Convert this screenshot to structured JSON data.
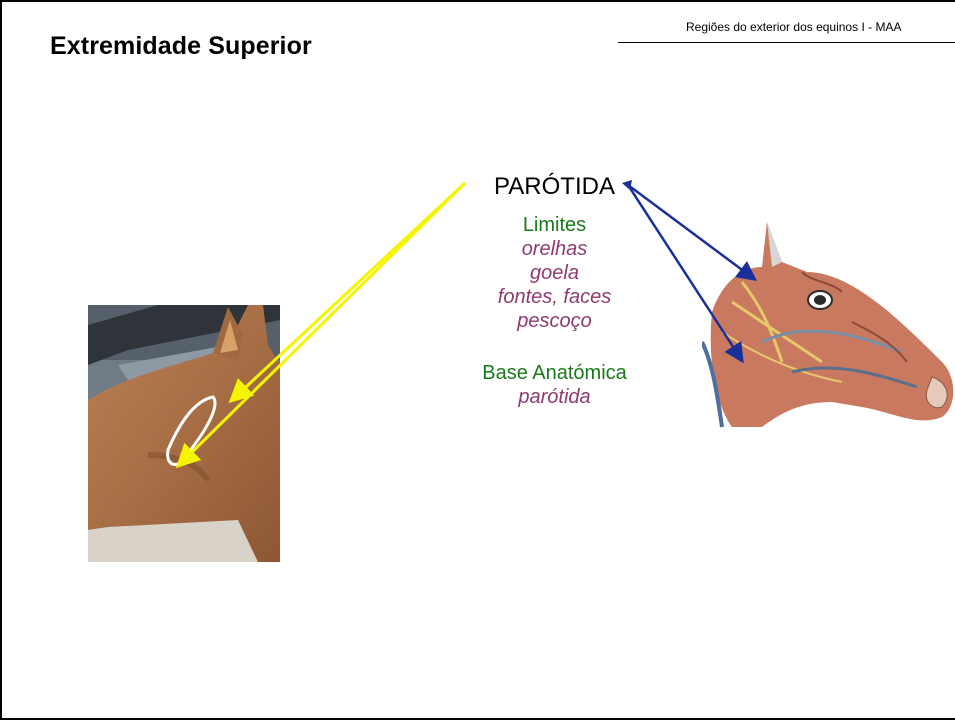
{
  "header": {
    "title": "Extremidade Superior",
    "running_head": "Regiões do exterior dos equinos  I  -  MAA"
  },
  "region": {
    "name": "PARÓTIDA",
    "limits_label": "Limites",
    "limits": [
      "orelhas",
      "goela",
      "fontes, faces",
      "pescoço"
    ],
    "base_label": "Base Anatómica",
    "base_value": "parótida"
  },
  "colors": {
    "green_labels": "#1a7a1a",
    "purple_items": "#8f3a6e",
    "yellow_arrows": "#f5f500",
    "blue_arrows": "#1b2f9a"
  }
}
